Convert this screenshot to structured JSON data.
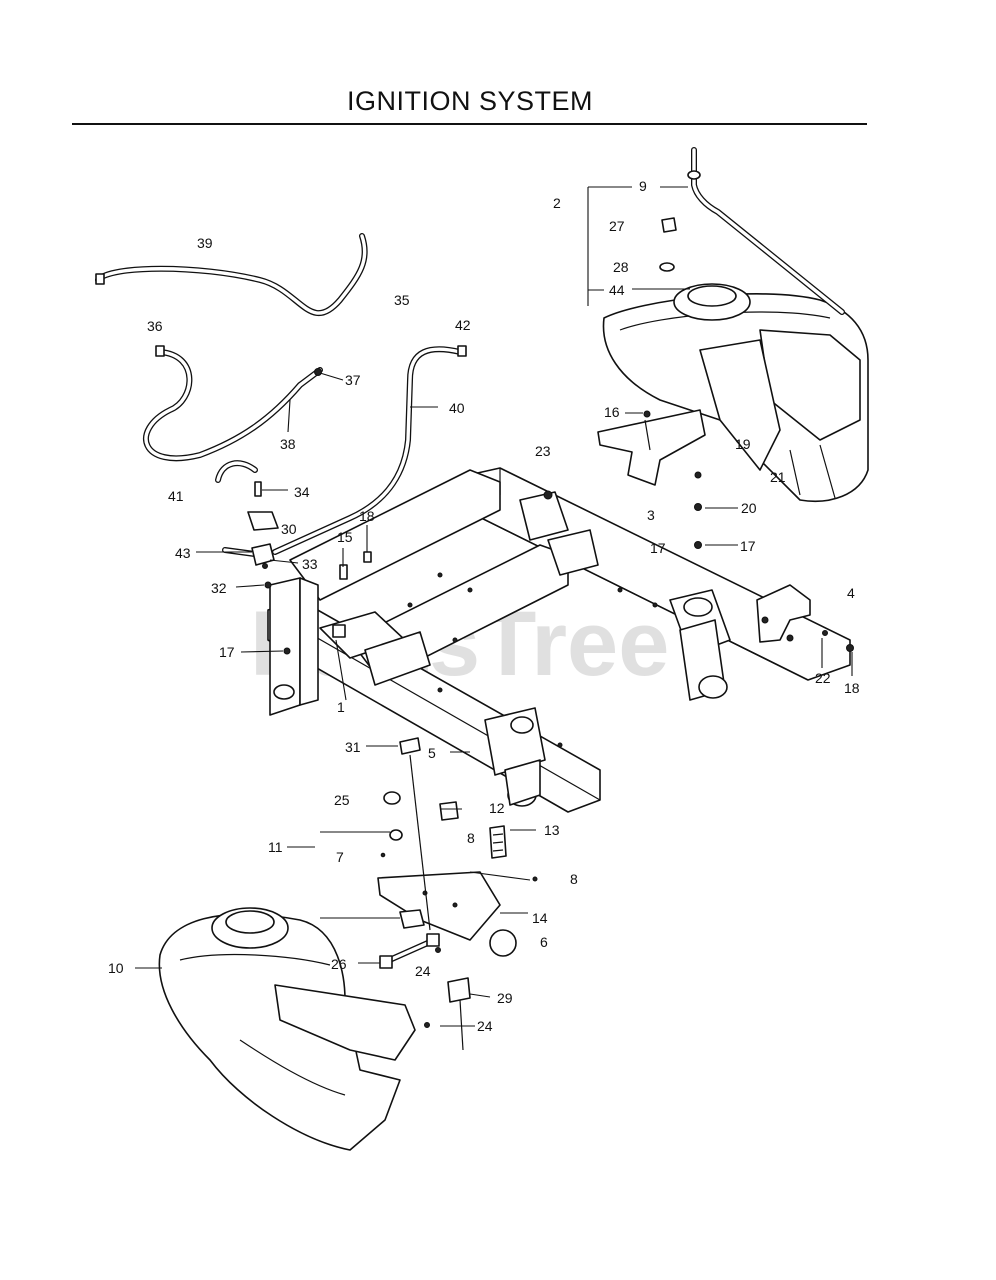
{
  "title": "IGNITION SYSTEM",
  "watermark": "PartsTree",
  "trademark": "™",
  "callouts": [
    {
      "id": "c1",
      "text": "1"
    },
    {
      "id": "c2",
      "text": "2"
    },
    {
      "id": "c3",
      "text": "3"
    },
    {
      "id": "c4",
      "text": "4"
    },
    {
      "id": "c5",
      "text": "5"
    },
    {
      "id": "c6",
      "text": "6"
    },
    {
      "id": "c7",
      "text": "7"
    },
    {
      "id": "c8a",
      "text": "8"
    },
    {
      "id": "c8b",
      "text": "8"
    },
    {
      "id": "c9",
      "text": "9"
    },
    {
      "id": "c10",
      "text": "10"
    },
    {
      "id": "c11",
      "text": "11"
    },
    {
      "id": "c12",
      "text": "12"
    },
    {
      "id": "c13",
      "text": "13"
    },
    {
      "id": "c14",
      "text": "14"
    },
    {
      "id": "c15",
      "text": "15"
    },
    {
      "id": "c16",
      "text": "16"
    },
    {
      "id": "c17a",
      "text": "17"
    },
    {
      "id": "c17b",
      "text": "17"
    },
    {
      "id": "c17c",
      "text": "17"
    },
    {
      "id": "c18a",
      "text": "18"
    },
    {
      "id": "c18b",
      "text": "18"
    },
    {
      "id": "c19",
      "text": "19"
    },
    {
      "id": "c20",
      "text": "20"
    },
    {
      "id": "c21",
      "text": "21"
    },
    {
      "id": "c22",
      "text": "22"
    },
    {
      "id": "c23",
      "text": "23"
    },
    {
      "id": "c24a",
      "text": "24"
    },
    {
      "id": "c24b",
      "text": "24"
    },
    {
      "id": "c25",
      "text": "25"
    },
    {
      "id": "c26",
      "text": "26"
    },
    {
      "id": "c27",
      "text": "27"
    },
    {
      "id": "c28",
      "text": "28"
    },
    {
      "id": "c29",
      "text": "29"
    },
    {
      "id": "c30",
      "text": "30"
    },
    {
      "id": "c31",
      "text": "31"
    },
    {
      "id": "c32",
      "text": "32"
    },
    {
      "id": "c33",
      "text": "33"
    },
    {
      "id": "c34",
      "text": "34"
    },
    {
      "id": "c35",
      "text": "35"
    },
    {
      "id": "c36",
      "text": "36"
    },
    {
      "id": "c37",
      "text": "37"
    },
    {
      "id": "c38",
      "text": "38"
    },
    {
      "id": "c39",
      "text": "39"
    },
    {
      "id": "c40",
      "text": "40"
    },
    {
      "id": "c41",
      "text": "41"
    },
    {
      "id": "c42",
      "text": "42"
    },
    {
      "id": "c43",
      "text": "43"
    },
    {
      "id": "c44",
      "text": "44"
    }
  ]
}
